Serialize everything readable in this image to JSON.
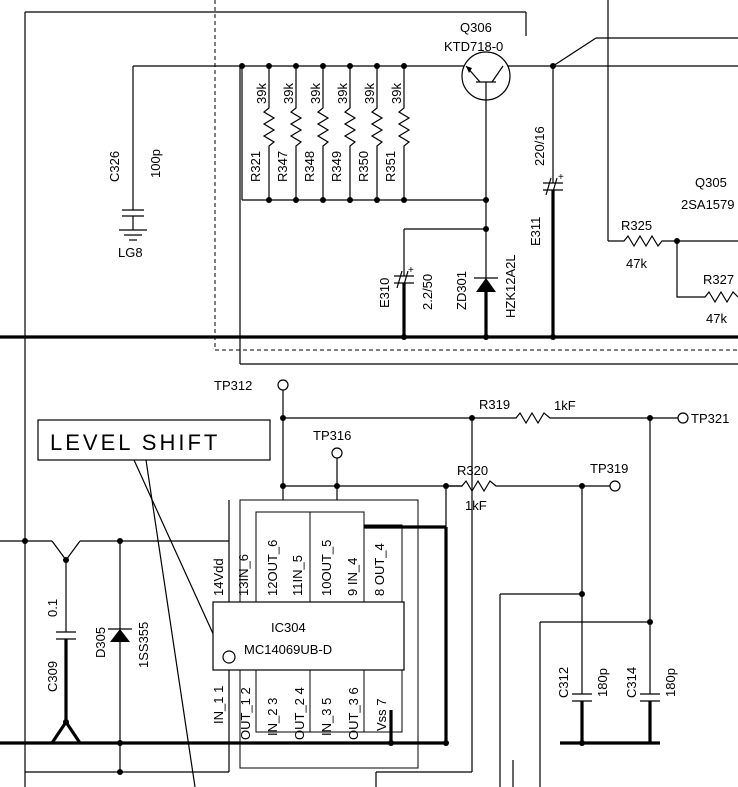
{
  "transistor_q306": {
    "ref": "Q306",
    "part": "KTD718-0"
  },
  "transistor_q305": {
    "ref": "Q305",
    "part": "2SA1579"
  },
  "resistors_top": [
    {
      "ref": "R321",
      "value": "39k"
    },
    {
      "ref": "R347",
      "value": "39k"
    },
    {
      "ref": "R348",
      "value": "39k"
    },
    {
      "ref": "R349",
      "value": "39k"
    },
    {
      "ref": "R350",
      "value": "39k"
    },
    {
      "ref": "R351",
      "value": "39k"
    }
  ],
  "c326": {
    "ref": "C326",
    "value": "100p"
  },
  "ground_label": "LG8",
  "e311": {
    "ref": "E311",
    "value": "220/16"
  },
  "e310": {
    "ref": "E310",
    "value": "2.2/50"
  },
  "zd301": {
    "ref": "ZD301",
    "part": "HZK12A2L"
  },
  "r325": {
    "ref": "R325",
    "value": "47k"
  },
  "r327": {
    "ref": "R327",
    "value": "47k"
  },
  "testpoints": {
    "tp312": "TP312",
    "tp316": "TP316",
    "tp319": "TP319",
    "tp321": "TP321"
  },
  "r319": {
    "ref": "R319",
    "value": "1kF"
  },
  "r320": {
    "ref": "R320",
    "value": "1kF"
  },
  "level_shift_label": "LEVEL SHIFT",
  "ic304": {
    "ref": "IC304",
    "part": "MC14069UB-D",
    "top_pins": [
      "14Vdd",
      "13IN_6",
      "12OUT_6",
      "11IN_5",
      "10OUT_5",
      "9 IN_4",
      "8 OUT_4"
    ],
    "bottom_pins": [
      "IN_1 1",
      "OUT_1 2",
      "IN_2 3",
      "OUT_2 4",
      "IN_3 5",
      "OUT_3 6",
      "Vss 7"
    ]
  },
  "c309": {
    "ref": "C309",
    "value": "0.1"
  },
  "d305": {
    "ref": "D305",
    "part": "1SS355"
  },
  "c312": {
    "ref": "C312",
    "value": "180p"
  },
  "c314": {
    "ref": "C314",
    "value": "180p"
  }
}
